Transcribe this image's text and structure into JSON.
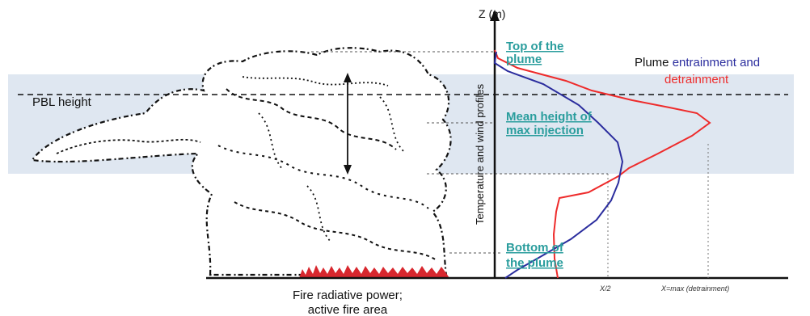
{
  "axis": {
    "z_label": "Z (m)",
    "vertical_label": "Temperature and wind profiles",
    "x_tick_half": "X/2",
    "x_tick_max": "X=max  (detrainment)"
  },
  "labels": {
    "pbl_height": "PBL height",
    "top_line1": "Top of the",
    "top_line2": "plume",
    "mean_line1": "Mean height of",
    "mean_line2": "max injection",
    "bottom_line1": "Bottom of",
    "bottom_line2": "the plume",
    "fire_line1": "Fire radiative power;",
    "fire_line2": "active fire area"
  },
  "legend": {
    "prefix": "Plume ",
    "entrainment": "entrainment and",
    "detrainment": "detrainment"
  },
  "colors": {
    "pbl_band": "#dfe7f1",
    "entrainment": "#2b2d9e",
    "detrainment": "#ee2b2b",
    "accent_text": "#2a9d9d",
    "fire": "#d8272e"
  }
}
